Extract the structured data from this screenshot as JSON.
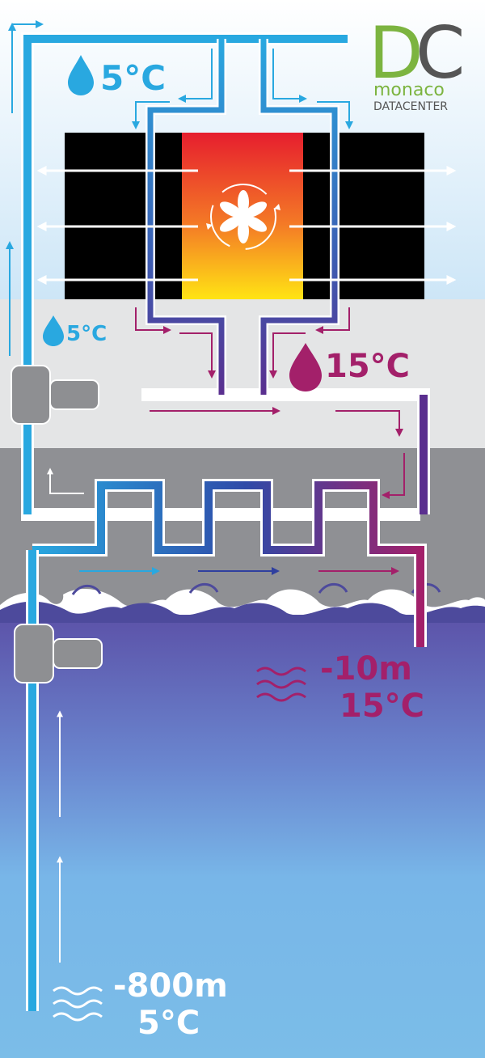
{
  "logo": {
    "letter_d": "D",
    "letter_c": "C",
    "line1": "monaco",
    "line2": "DATACENTER",
    "green": "#7cb440",
    "dark": "#555555"
  },
  "labels": {
    "supply_top": "5°C",
    "supply_pump": "5°C",
    "return_temp": "15°C",
    "outlet_depth": "-10m",
    "outlet_temp": "15°C",
    "intake_depth": "-800m",
    "intake_temp": "5°C"
  },
  "colors": {
    "cold": "#29a8e0",
    "mid": "#2f4aa8",
    "warm": "#a3206a",
    "heat_top": "#e61e2e",
    "heat_bottom": "#ffe414",
    "rack": "#000000",
    "pump": "#8e8f92"
  },
  "icons": [
    "droplet-icon",
    "fan-icon",
    "pump-icon",
    "waves-icon",
    "sea-wave-icon",
    "flow-arrow-icon"
  ]
}
